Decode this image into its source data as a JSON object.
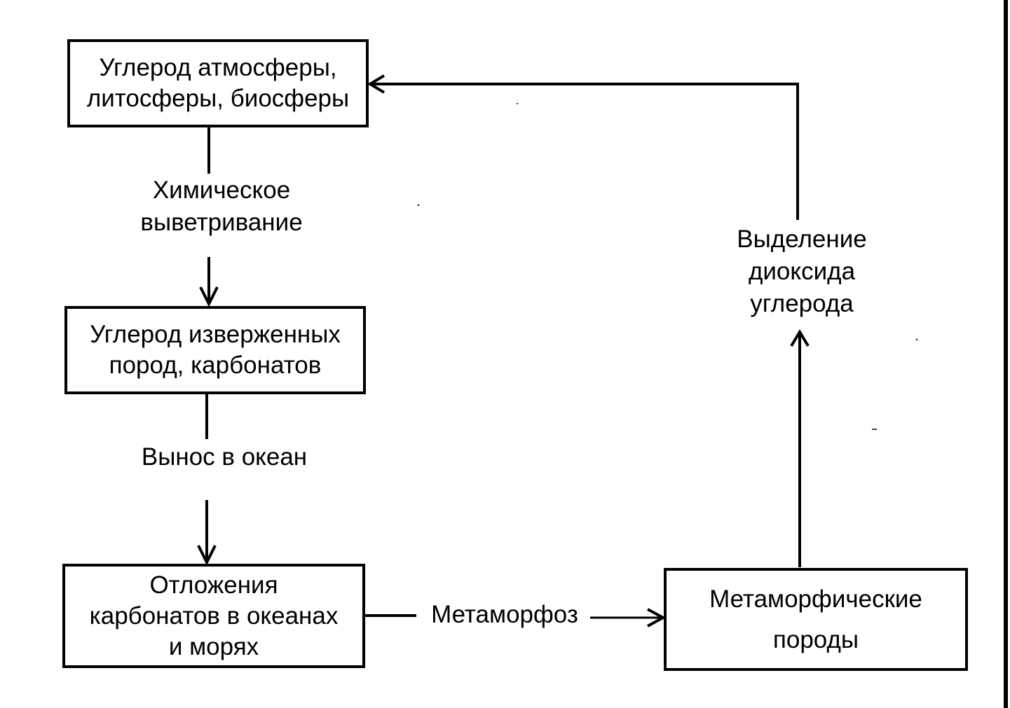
{
  "nodes": {
    "atmosphere": {
      "line1": "Углерод атмосферы,",
      "line2": "литосферы, биосферы"
    },
    "igneous": {
      "line1": "Углерод изверженных",
      "line2": "пород, карбонатов"
    },
    "deposits": {
      "line1": "Отложения",
      "line2": "карбонатов в океанах",
      "line3": "и морях"
    },
    "metamorphic": {
      "line1": "Метаморфические",
      "line2": "породы"
    }
  },
  "edges": {
    "weathering": {
      "line1": "Химическое",
      "line2": "выветривание"
    },
    "transport": {
      "line1": "Вынос в океан"
    },
    "metamorphosis": {
      "line1": "Метаморфоз"
    },
    "co2_release": {
      "line1": "Выделение",
      "line2": "диоксида",
      "line3": "углерода"
    }
  }
}
